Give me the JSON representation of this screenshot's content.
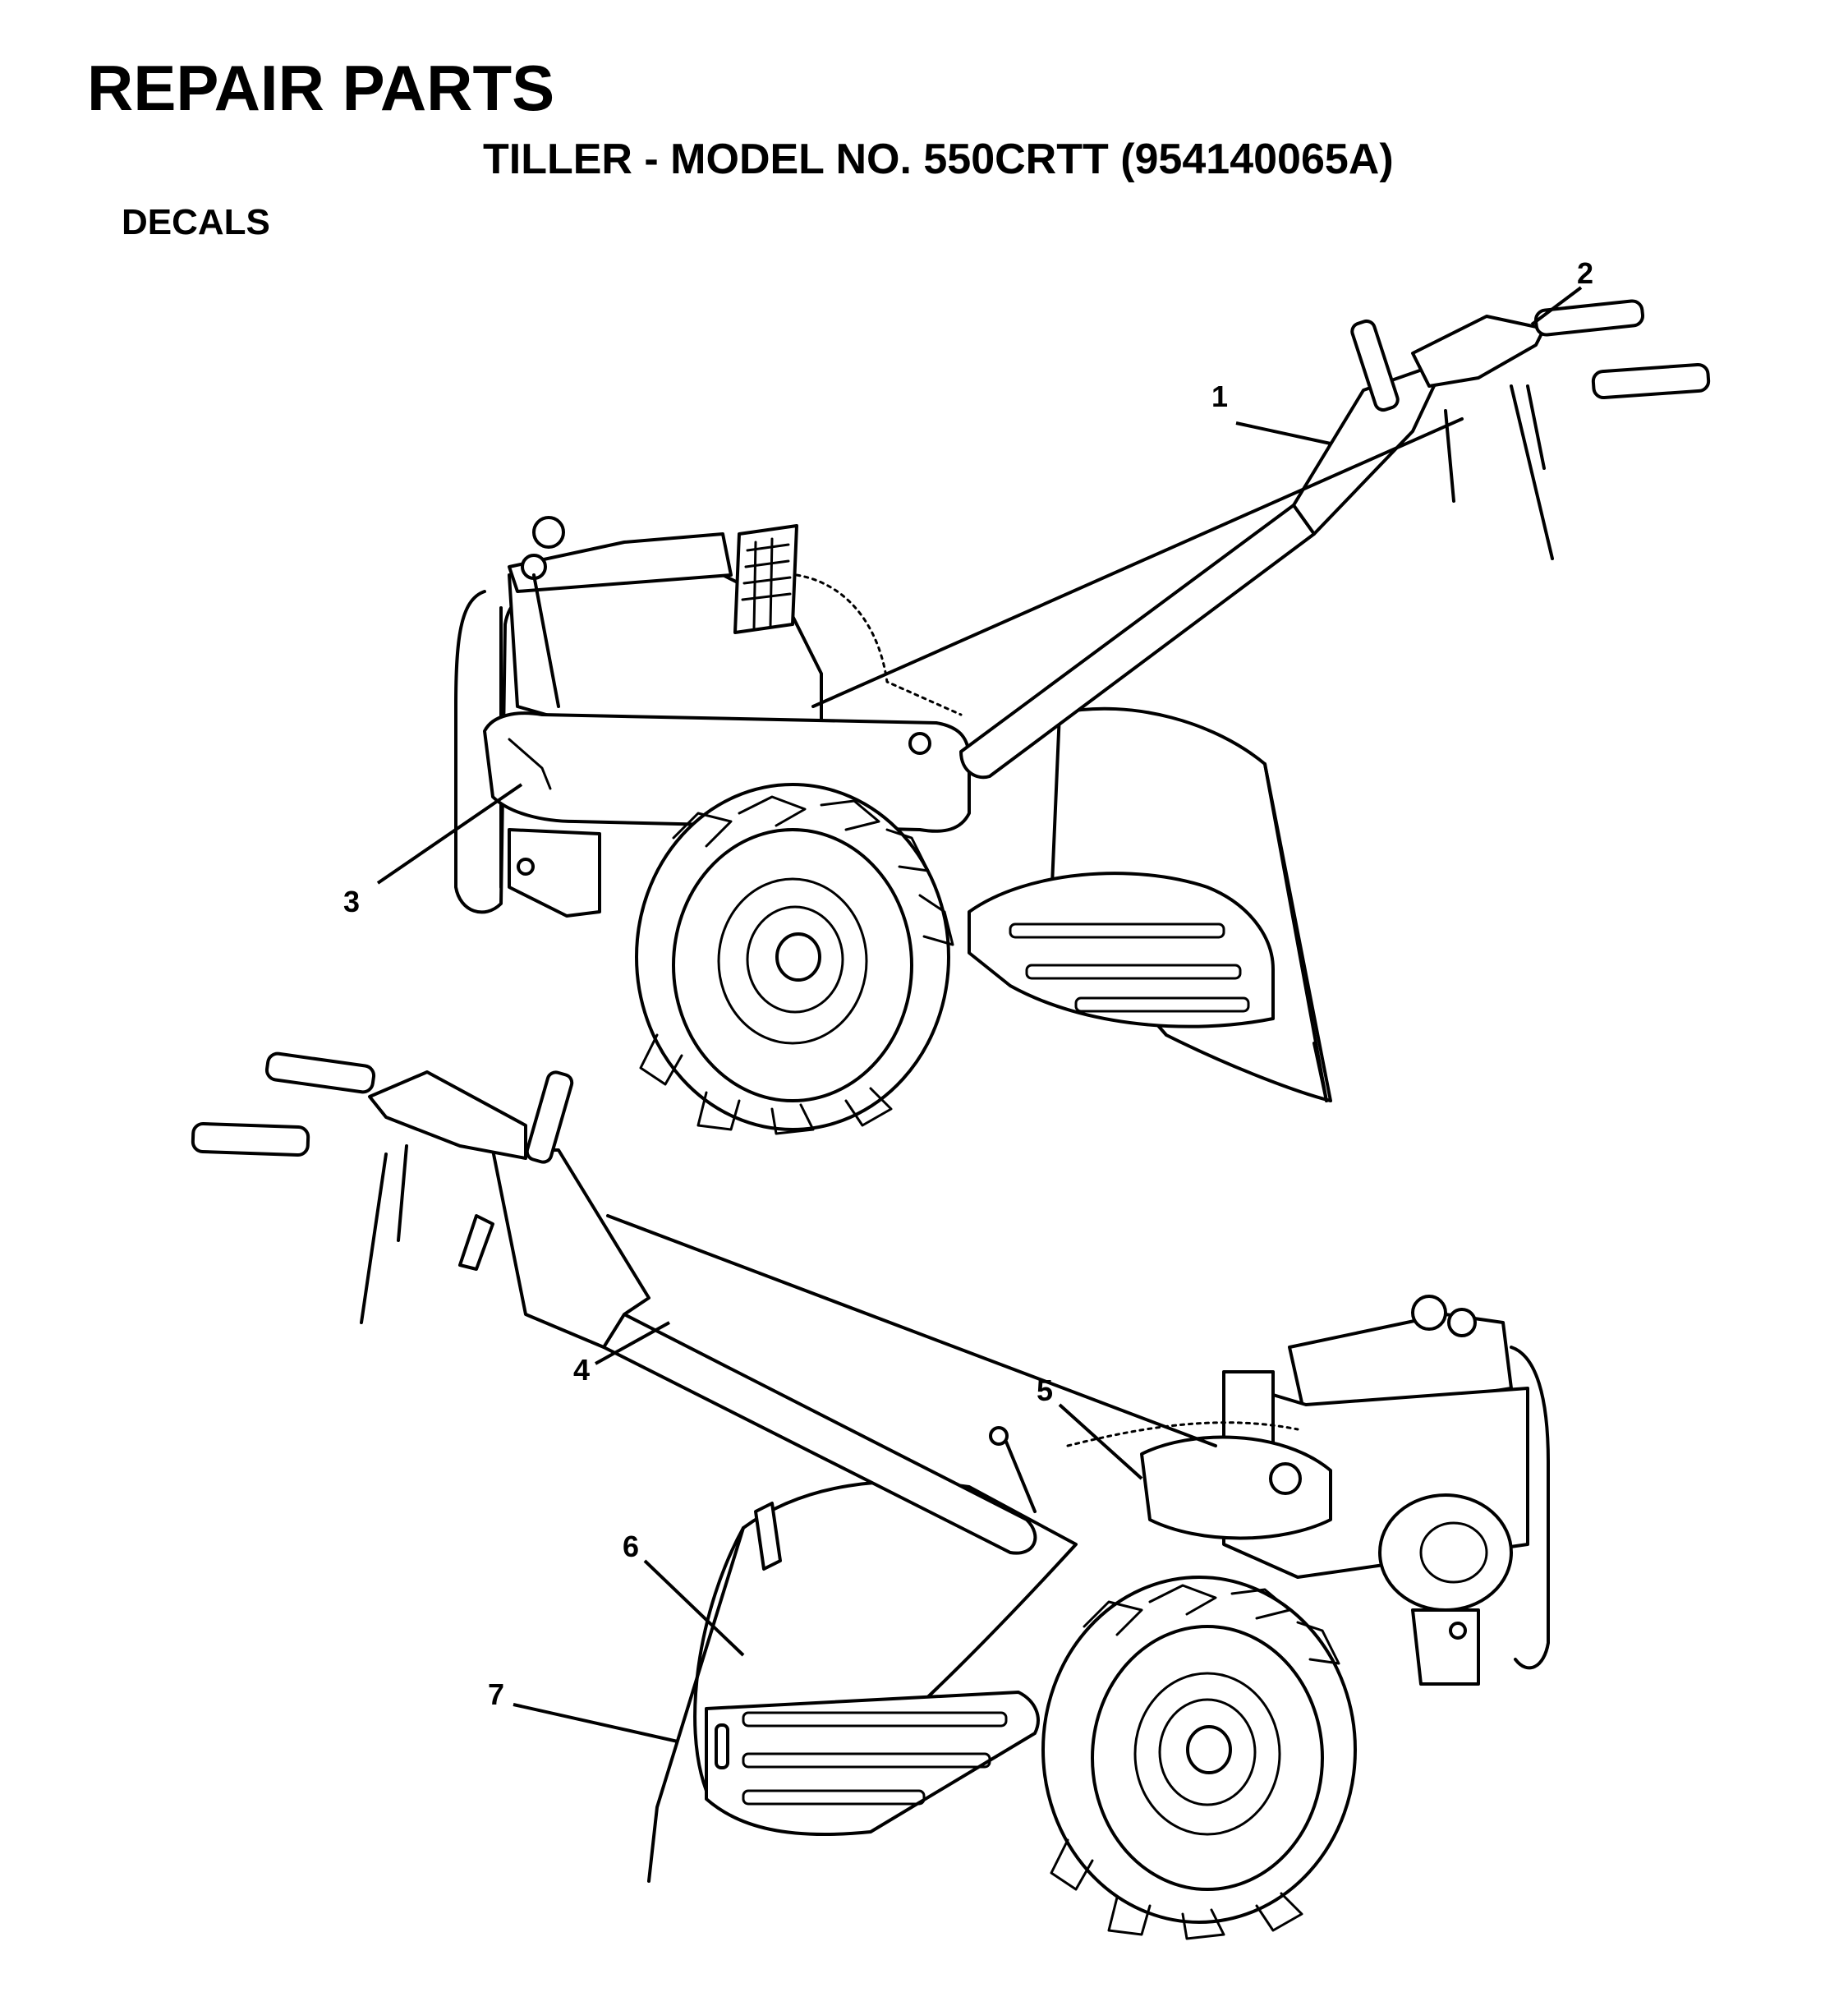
{
  "header": {
    "title": "REPAIR PARTS",
    "subtitle": "TILLER - MODEL NO. 550CRTT (954140065A)",
    "section": "DECALS"
  },
  "callouts": [
    {
      "id": "1",
      "label": "1"
    },
    {
      "id": "2",
      "label": "2"
    },
    {
      "id": "3",
      "label": "3"
    },
    {
      "id": "4",
      "label": "4"
    },
    {
      "id": "5",
      "label": "5"
    },
    {
      "id": "6",
      "label": "6"
    },
    {
      "id": "7",
      "label": "7"
    }
  ]
}
